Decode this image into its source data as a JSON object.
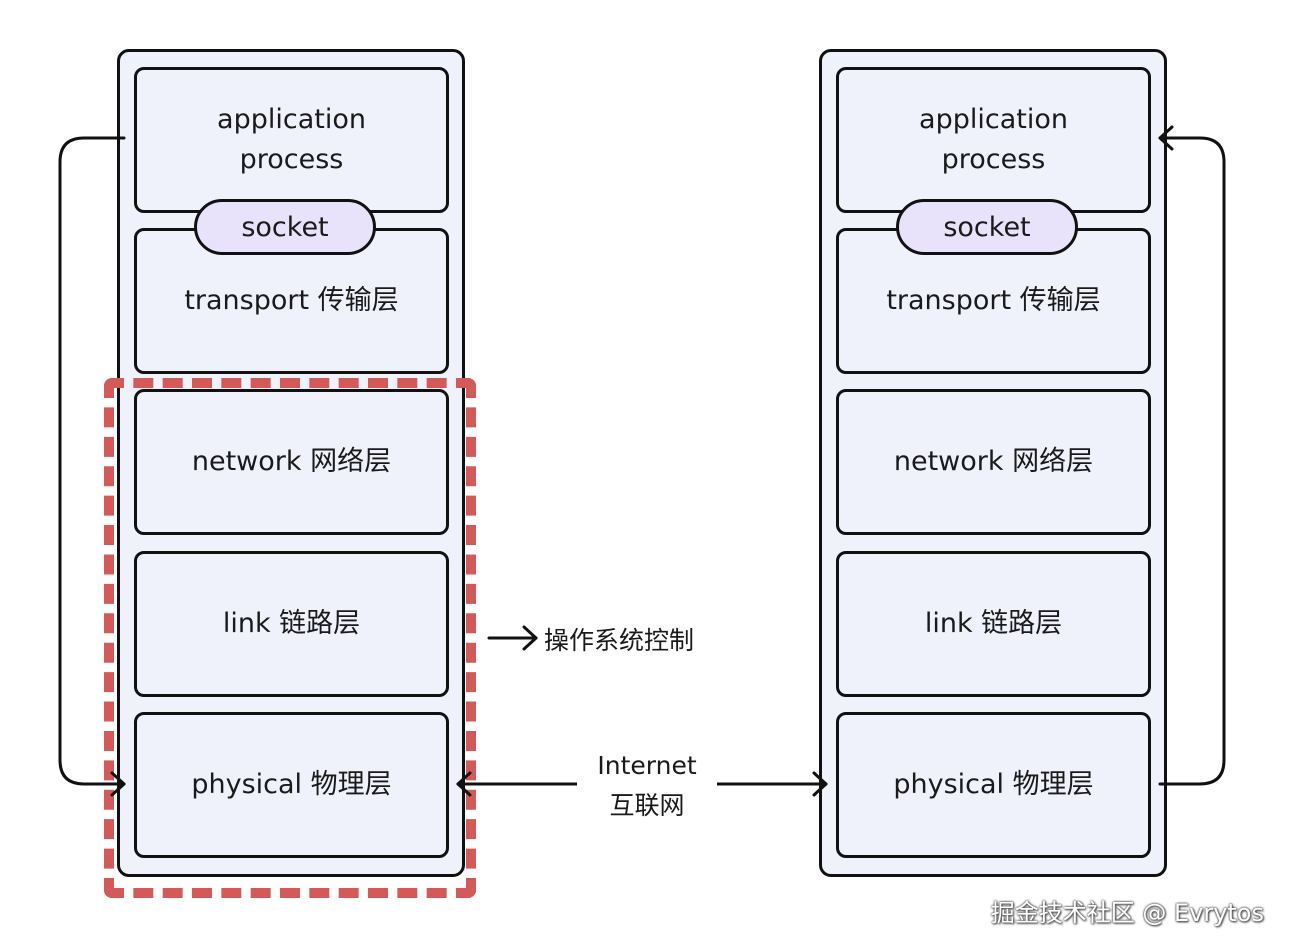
{
  "hosts": [
    {
      "socket_label": "socket",
      "layers": [
        "application\nprocess",
        "transport 传输层",
        "network 网络层",
        "link 链路层",
        "physical 物理层"
      ]
    },
    {
      "socket_label": "socket",
      "layers": [
        "application\nprocess",
        "transport 传输层",
        "network 网络层",
        "link 链路层",
        "physical 物理层"
      ]
    }
  ],
  "os_control_label": "操作系统控制",
  "internet_label": "Internet\n互联网",
  "watermark": "掘金技术社区 @ Evrytos",
  "colors": {
    "layer_fill": "#eff2fb",
    "socket_fill": "#e8e3fb",
    "dashed_border": "#d45a5a",
    "stroke": "#111111"
  }
}
